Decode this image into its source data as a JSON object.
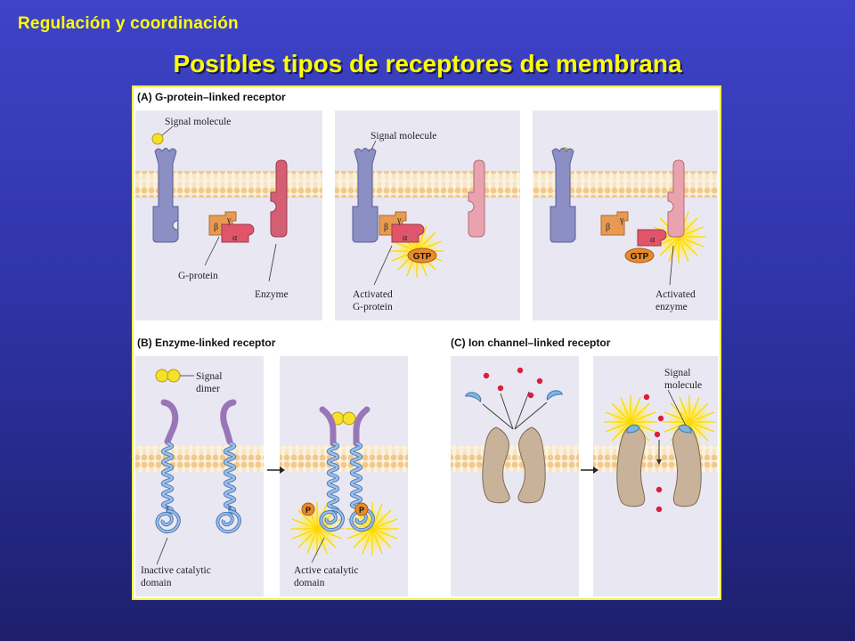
{
  "header": {
    "section": "Regulación y coordinación",
    "title": "Posibles tipos de receptores de membrana"
  },
  "panels": {
    "a": {
      "heading": "(A) G-protein–linked receptor",
      "signal_molecule_1": "Signal molecule",
      "signal_molecule_2": "Signal molecule",
      "g_protein": "G-protein",
      "enzyme": "Enzyme",
      "activated_g_protein_1": "Activated",
      "activated_g_protein_2": "G-protein",
      "activated_enzyme_1": "Activated",
      "activated_enzyme_2": "enzyme",
      "beta": "β",
      "gamma": "γ",
      "alpha": "α",
      "gtp_1": "GTP",
      "gtp_2": "GTP"
    },
    "b": {
      "heading": "(B) Enzyme-linked receptor",
      "signal_dimer_1": "Signal",
      "signal_dimer_2": "dimer",
      "inactive_1": "Inactive catalytic",
      "inactive_2": "domain",
      "active_1": "Active catalytic",
      "active_2": "domain",
      "phospho": "P"
    },
    "c": {
      "heading": "(C) Ion channel–linked receptor",
      "signal_molecule_1": "Signal",
      "signal_molecule_2": "molecule"
    }
  },
  "colors": {
    "accent_yellow": "#ffff00",
    "receptor_blue": "#8b8fc4",
    "enzyme_red": "#d45f73",
    "g_alpha_red": "#e0556a",
    "g_beta_orange": "#e89a52",
    "coil_blue": "#7fa7d8",
    "membrane_tan": "#f2d6a6",
    "channel_tan": "#c9b29a",
    "ion_red": "#d8203a"
  }
}
